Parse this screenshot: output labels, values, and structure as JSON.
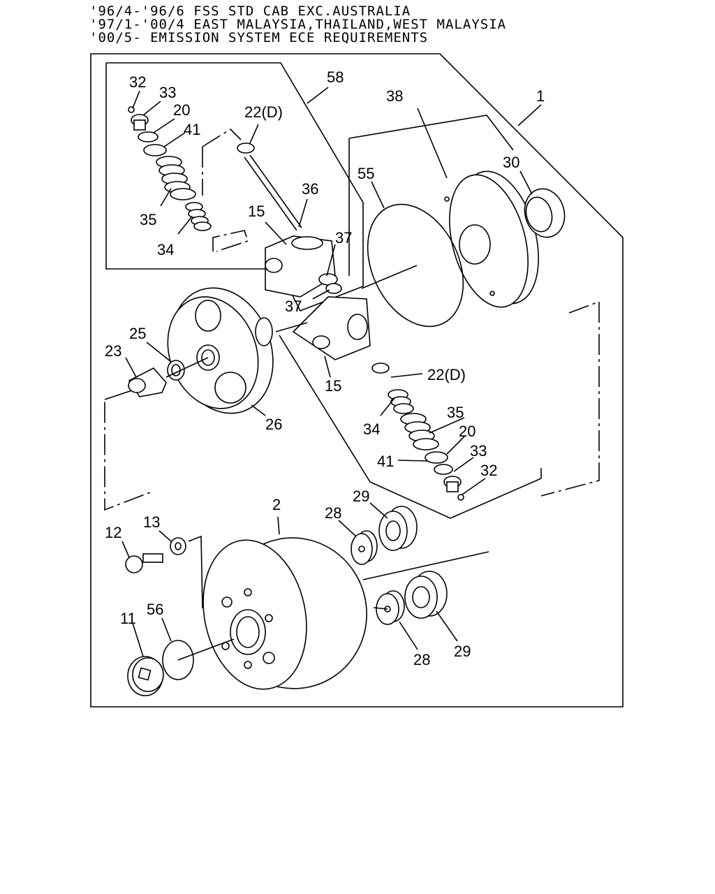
{
  "header": {
    "line1": "'96/4-'96/6 FSS STD CAB EXC.AUSTRALIA",
    "line2": "'97/1-'00/4 EAST MALAYSIA,THAILAND,WEST MALAYSIA",
    "line3": "'00/5- EMISSION SYSTEM ECE REQUIREMENTS"
  },
  "callouts": {
    "c1": "1",
    "c2": "2",
    "c11": "11",
    "c12": "12",
    "c13": "13",
    "c15a": "15",
    "c15b": "15",
    "c20a": "20",
    "c20b": "20",
    "c22a": "22(D)",
    "c22b": "22(D)",
    "c23": "23",
    "c25": "25",
    "c26": "26",
    "c28a": "28",
    "c28b": "28",
    "c29a": "29",
    "c29b": "29",
    "c30": "30",
    "c32a": "32",
    "c32b": "32",
    "c33a": "33",
    "c33b": "33",
    "c34a": "34",
    "c34b": "34",
    "c35a": "35",
    "c35b": "35",
    "c36": "36",
    "c37a": "37",
    "c37b": "37",
    "c38": "38",
    "c41a": "41",
    "c41b": "41",
    "c55": "55",
    "c56": "56",
    "c58": "58"
  }
}
